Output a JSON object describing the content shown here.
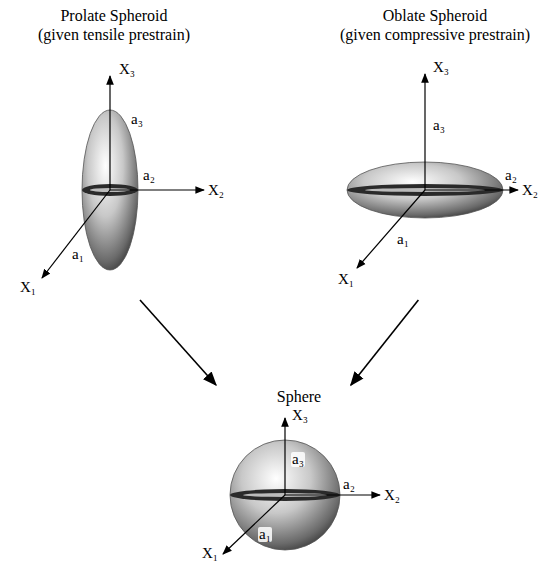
{
  "diagram": {
    "nodes": [
      {
        "text": [
          "Prolate Spheroid",
          "(given tensile prestrain)"
        ]
      },
      {
        "text": [
          "Oblate Spheroid",
          "(given compressive prestrain)"
        ]
      },
      {
        "text": [
          "Sphere"
        ]
      }
    ],
    "edges": [
      {
        "from": 0,
        "to": 2,
        "arrow": "to"
      },
      {
        "from": 1,
        "to": 2,
        "arrow": "to"
      }
    ],
    "labels": [
      "X₃",
      "a₃",
      "X₂",
      "a₂",
      "X₁",
      "a₁",
      "X₃",
      "a₃",
      "X₂",
      "a₂",
      "X₁",
      "a₁",
      "X₃",
      "a₃",
      "X₂",
      "a₂",
      "X₁",
      "a₁"
    ]
  }
}
